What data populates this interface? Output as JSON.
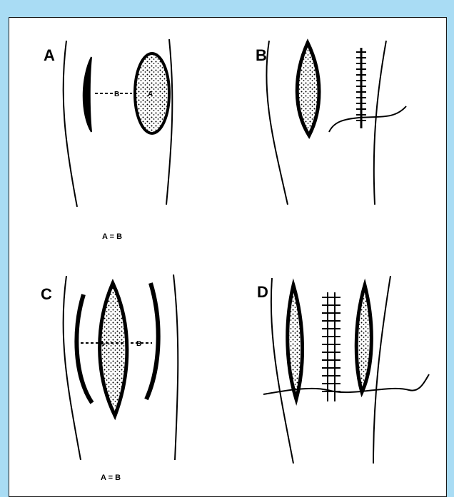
{
  "panels": {
    "a": {
      "letter": "A",
      "caption": "A = B",
      "label_b": "B",
      "label_a": "A"
    },
    "b": {
      "letter": "B"
    },
    "c": {
      "letter": "C",
      "caption": "A = B",
      "label_a": "A",
      "label_b": "B"
    },
    "d": {
      "letter": "D"
    }
  },
  "colors": {
    "background": "#a9dcf4",
    "frame": "#ffffff",
    "ink": "#000000"
  }
}
